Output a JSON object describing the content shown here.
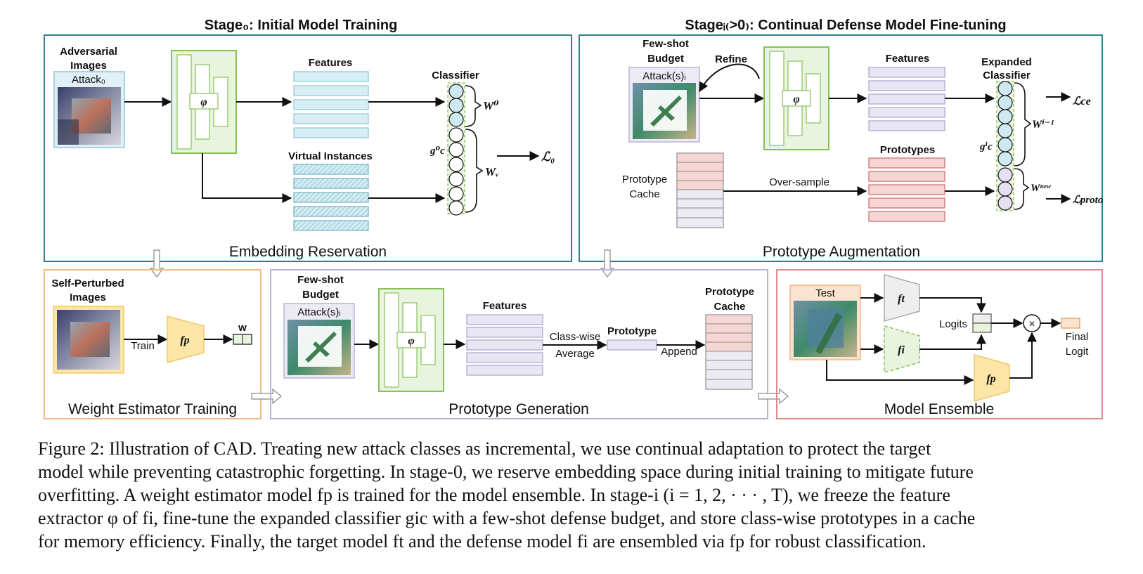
{
  "stage0": {
    "title": "Stage₀: Initial Model Training",
    "panel_label": "Embedding Reservation",
    "input_label_1": "Adversarial",
    "input_label_2": "Images",
    "input_label_3": "Attack₀",
    "extractor": "φ",
    "features": "Features",
    "classifier": "Classifier",
    "virtual_instances": "Virtual Instances",
    "w0": "W⁰",
    "wv": "Wᵥ",
    "gc": "g⁰c",
    "loss": "ℒ₀"
  },
  "stagei": {
    "title": "Stageᵢ₍>0₎: Continual Defense Model Fine-tuning",
    "panel_label": "Prototype Augmentation",
    "budget_1": "Few-shot",
    "budget_2": "Budget",
    "budget_3": "Attack(s)ᵢ",
    "refine": "Refine",
    "extractor": "φ",
    "features": "Features",
    "classifier_1": "Expanded",
    "classifier_2": "Classifier",
    "prototypes": "Prototypes",
    "cache_1": "Prototype",
    "cache_2": "Cache",
    "oversample": "Over-sample",
    "w_prev": "Wⁱ⁻¹",
    "w_new": "Wⁿᵉʷ",
    "gc": "gⁱc",
    "loss_ce": "ℒce",
    "loss_proto": "ℒproto"
  },
  "weight": {
    "panel_label": "Weight Estimator Training",
    "input_1": "Self-Perturbed",
    "input_2": "Images",
    "train": "Train",
    "model": "fp",
    "w": "w"
  },
  "protogen": {
    "panel_label": "Prototype Generation",
    "budget_1": "Few-shot",
    "budget_2": "Budget",
    "budget_3": "Attack(s)ᵢ",
    "extractor": "φ",
    "features": "Features",
    "classwise_1": "Class-wise",
    "classwise_2": "Average",
    "prototype": "Prototype",
    "append": "Append",
    "cache_1": "Prototype",
    "cache_2": "Cache"
  },
  "ensemble": {
    "panel_label": "Model Ensemble",
    "test": "Test",
    "ft": "ft",
    "fi": "fi",
    "fp": "fp",
    "logits": "Logits",
    "times": "×",
    "final_1": "Final",
    "final_2": "Logit"
  },
  "caption": [
    "Figure 2: Illustration of CAD. Treating new attack classes as incremental, we use continual adaptation to protect the target",
    "model while preventing catastrophic forgetting. In stage-0, we reserve embedding space during initial training to mitigate future",
    "overfitting. A weight estimator model fp is trained for the model ensemble. In stage-i (i = 1, 2, · · · , T), we freeze the feature",
    "extractor φ of fi, fine-tune the expanded classifier gic with a few-shot defense budget, and store class-wise prototypes in a cache",
    "for memory efficiency. Finally, the target model ft and the defense model fi are ensembled via fp for robust classification."
  ],
  "colors": {
    "teal_border": "#2d7f8e",
    "orange_border": "#f0b882",
    "purple_border": "#b9b3d6",
    "red_border": "#d98b8b",
    "green": "#86c158",
    "feature_blue": "#d7eef5",
    "feature_purple": "#e9e6f4",
    "proto_red": "#f6d6d4",
    "fp_yellow": "#fbe6a8"
  }
}
